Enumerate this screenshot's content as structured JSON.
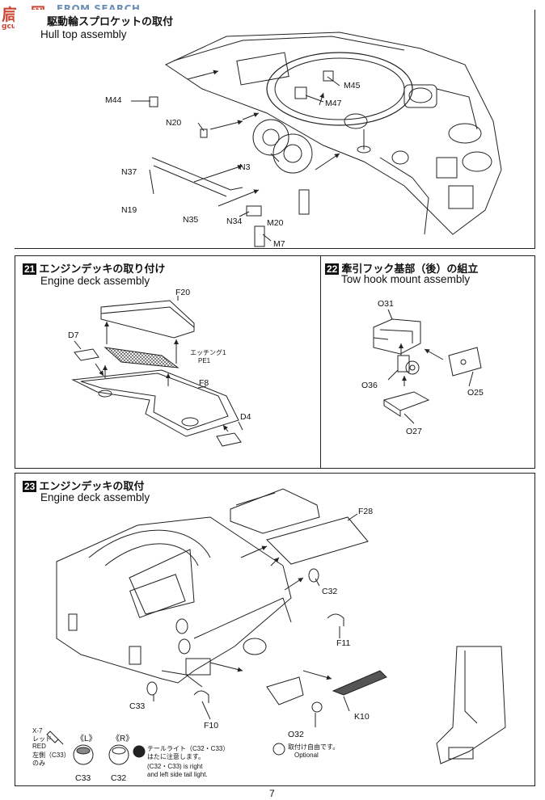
{
  "watermark": {
    "site": "FROM SEARCH",
    "left": "扃",
    "mid": "网",
    "url": "gcu.sou.com"
  },
  "page_number": "7",
  "step_top": {
    "title_jp": "駆動輪スプロケットの取付",
    "title_en": "Hull top assembly",
    "labels": {
      "m44": "M44",
      "n20": "N20",
      "n37": "N37",
      "n19": "N19",
      "n35": "N35",
      "n34": "N34",
      "m20": "M20",
      "m7": "M7",
      "n3": "N3",
      "m45": "M45",
      "m47": "M47"
    }
  },
  "step21": {
    "number": "21",
    "title_jp": "エンジンデッキの取り付け",
    "title_en": "Engine deck assembly",
    "labels": {
      "f20": "F20",
      "d7": "D7",
      "etch_jp": "エッチング1",
      "etch_en": "PE1",
      "f8": "F8",
      "d4": "D4"
    }
  },
  "step22": {
    "number": "22",
    "title_jp": "牽引フック基部（後）の組立",
    "title_en": "Tow hook mount  assembly",
    "labels": {
      "o31": "O31",
      "o36": "O36",
      "o25": "O25",
      "o27": "O27"
    }
  },
  "step23": {
    "number": "23",
    "title_jp": "エンジンデッキの取付",
    "title_en": "Engine deck assembly",
    "labels": {
      "f28": "F28",
      "c32": "C32",
      "f11": "F11",
      "c33": "C33",
      "f10": "F10",
      "k10": "K10",
      "o32": "O32"
    }
  },
  "legend": {
    "paint_code": "X-7",
    "paint_jp": "レッド",
    "paint_en": "RED",
    "left_jp_1": "左側（C33）",
    "left_jp_2": "のみ",
    "l_mark": "《L》",
    "r_mark": "《R》",
    "c33": "C33",
    "c32": "C32",
    "note_jp_1": "テールライト（C32・C33）",
    "note_jp_2": "はたに注意します。",
    "note_en_1": "(C32・C33) is right",
    "note_en_2": "and left side tail light.",
    "optional_jp": "取付け自由です。",
    "optional_en": "Optional"
  }
}
